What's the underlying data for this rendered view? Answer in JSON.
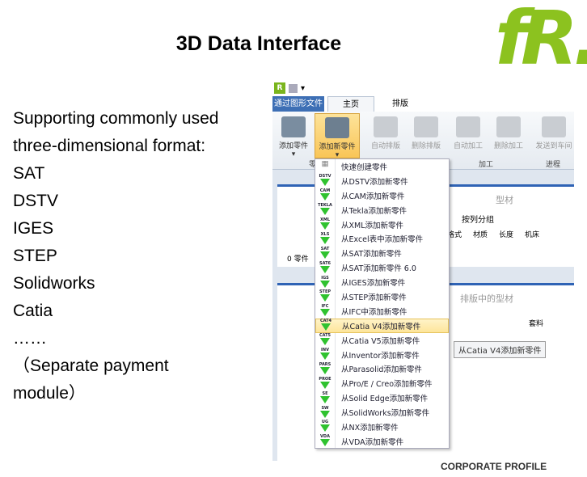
{
  "title": "3D Data Interface",
  "logo_text": "fR.",
  "left_lines": [
    "Supporting commonly used",
    "three-dimensional format:",
    "SAT",
    "DSTV",
    "IGES",
    "STEP",
    "Solidworks",
    "Catia",
    "……",
    "（Separate payment",
    "module）"
  ],
  "footer": "CORPORATE PROFILE",
  "app": {
    "file_tab": "通过图形文件",
    "tabs": [
      "主页",
      "排版"
    ],
    "ribbon": [
      "添加零件",
      "添加新零件",
      "自动排版",
      "删除排版",
      "自动加工",
      "删除加工",
      "发送到车间"
    ],
    "groups": [
      "零",
      "加工",
      "进程"
    ],
    "panel1": {
      "title": "型材",
      "group_btn": "按列分组",
      "cols": [
        "格式",
        "材质",
        "长度",
        "机床"
      ],
      "count": "0 零件"
    },
    "panel2": {
      "title": "排版中的型材",
      "btn": "套料"
    },
    "menu": [
      {
        "tag": "",
        "label": "快速创建零件"
      },
      {
        "tag": "DSTV",
        "label": "从DSTV添加新零件"
      },
      {
        "tag": "CAM",
        "label": "从CAM添加新零件"
      },
      {
        "tag": "TEKLA",
        "label": "从Tekla添加新零件"
      },
      {
        "tag": "XML",
        "label": "从XML添加新零件"
      },
      {
        "tag": "XLS",
        "label": "从Excel表中添加新零件"
      },
      {
        "tag": "SAT",
        "label": "从SAT添加新零件"
      },
      {
        "tag": "SAT6",
        "label": "从SAT添加新零件 6.0"
      },
      {
        "tag": "IGS",
        "label": "从IGES添加新零件"
      },
      {
        "tag": "STEP",
        "label": "从STEP添加新零件"
      },
      {
        "tag": "IFC",
        "label": "从IFC中添加新零件"
      },
      {
        "tag": "CAT4",
        "label": "从Catia V4添加新零件"
      },
      {
        "tag": "CAT5",
        "label": "从Catia V5添加新零件"
      },
      {
        "tag": "INV",
        "label": "从Inventor添加新零件"
      },
      {
        "tag": "PARS",
        "label": "从Parasolid添加新零件"
      },
      {
        "tag": "PROE",
        "label": "从Pro/E / Creo添加新零件"
      },
      {
        "tag": "SE",
        "label": "从Solid Edge添加新零件"
      },
      {
        "tag": "SW",
        "label": "从SolidWorks添加新零件"
      },
      {
        "tag": "UG",
        "label": "从NX添加新零件"
      },
      {
        "tag": "VDA",
        "label": "从VDA添加新零件"
      }
    ],
    "tooltip": "从Catia V4添加新零件"
  }
}
